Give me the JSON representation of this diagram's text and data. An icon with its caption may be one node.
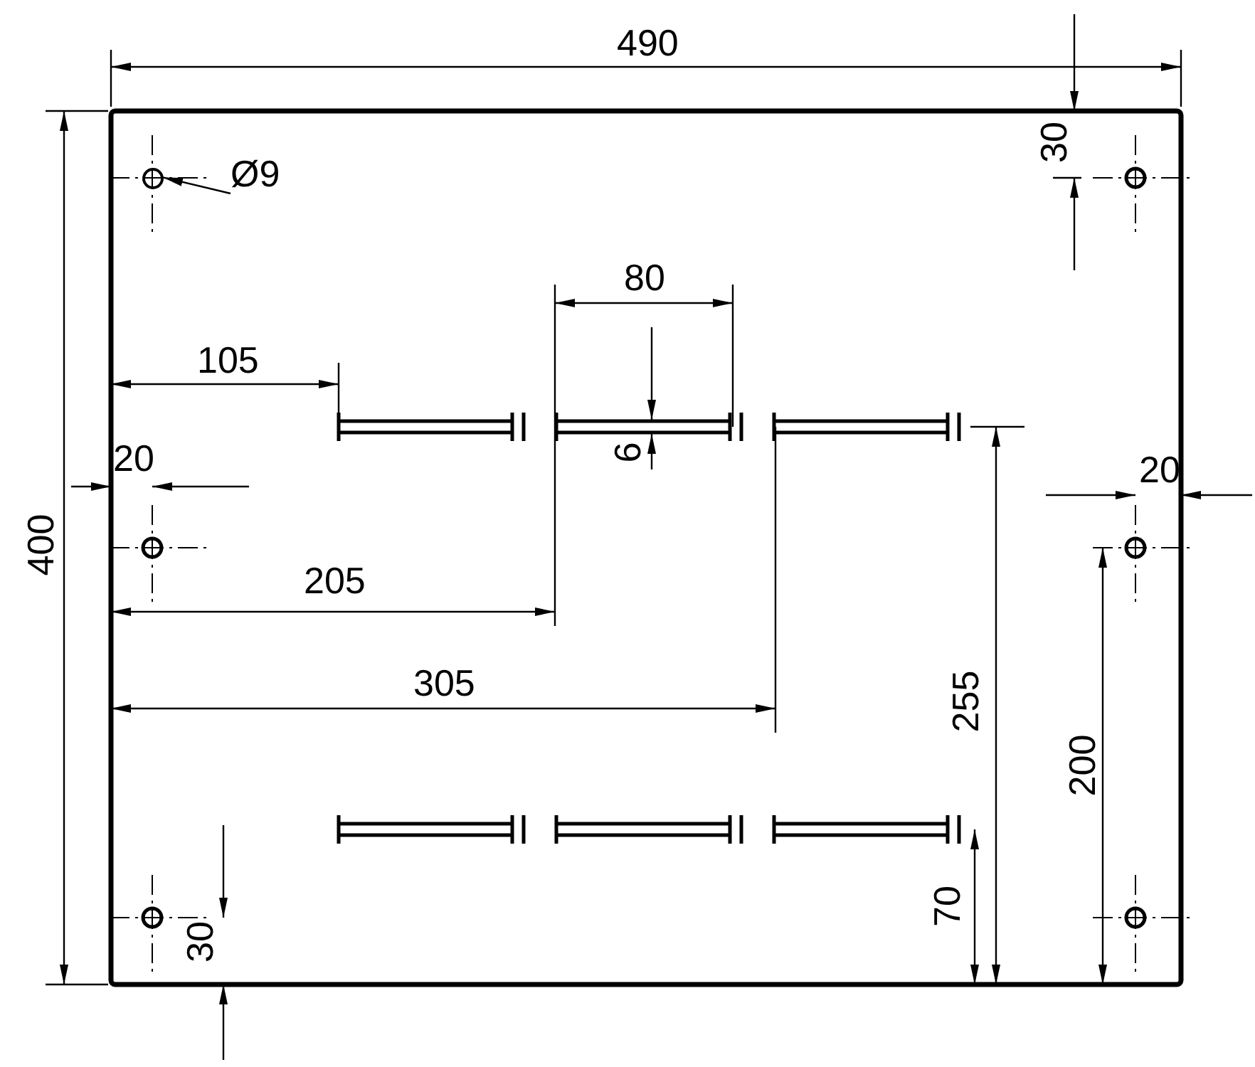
{
  "diagram": {
    "nodes": [
      {
        "text": [
          "Ø9"
        ]
      },
      {
        "text": [],
        "shape": "circle"
      }
    ],
    "edges": [
      {
        "from": 0,
        "to": 1,
        "arrow": "to"
      }
    ],
    "labels": [
      "490",
      "30",
      "80",
      "105",
      "6",
      "20",
      "20",
      "400",
      "205",
      "305",
      "255",
      "200",
      "70",
      "30"
    ]
  }
}
